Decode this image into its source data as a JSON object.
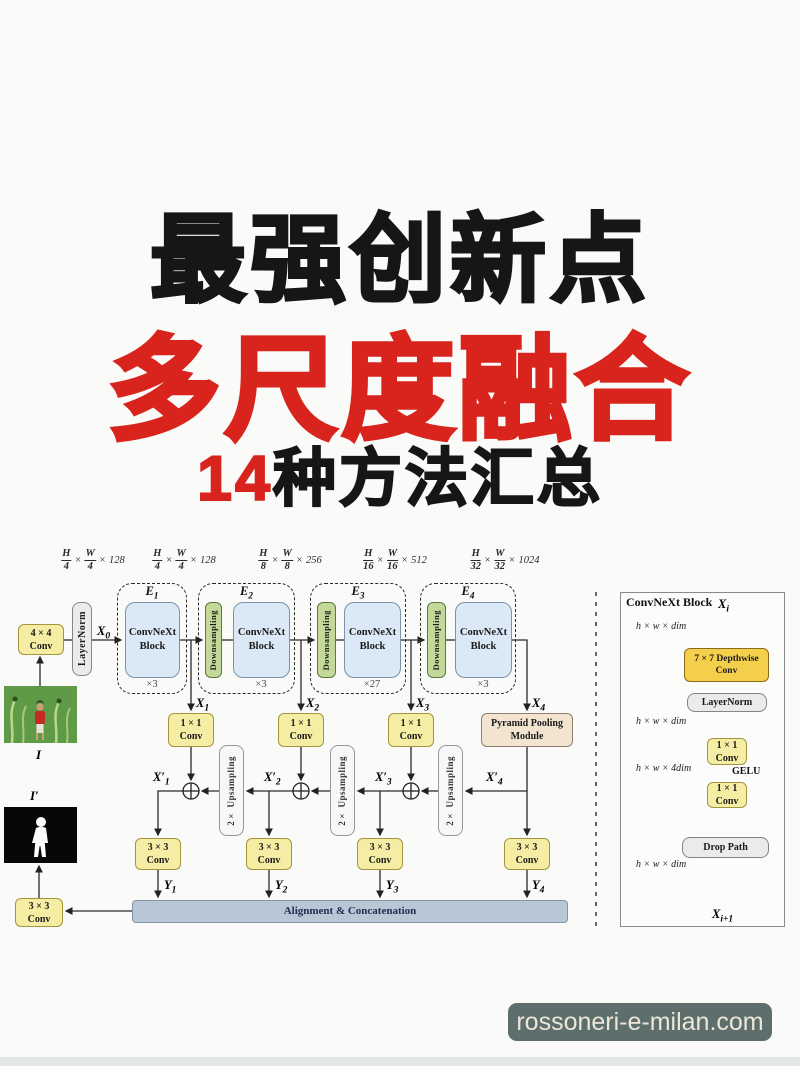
{
  "title": {
    "line1": "最强创新点",
    "line2": "多尺度融合",
    "line3_number": "14",
    "line3_text": "种方法汇总"
  },
  "watermark": {
    "text": "rossoneri-e-milan.com"
  },
  "symbols": {
    "times": "×"
  },
  "encoder": {
    "dim_labels": [
      {
        "num1": "H",
        "den1": "4",
        "num2": "W",
        "den2": "4",
        "channels": "128"
      },
      {
        "num1": "H",
        "den1": "4",
        "num2": "W",
        "den2": "4",
        "channels": "128"
      },
      {
        "num1": "H",
        "den1": "8",
        "num2": "W",
        "den2": "8",
        "channels": "256"
      },
      {
        "num1": "H",
        "den1": "16",
        "num2": "W",
        "den2": "16",
        "channels": "512"
      },
      {
        "num1": "H",
        "den1": "32",
        "num2": "W",
        "den2": "32",
        "channels": "1024"
      }
    ],
    "input_label": {
      "base": "I",
      "sub": ""
    },
    "patch_conv": {
      "line1": "4 × 4",
      "line2": "Conv"
    },
    "layernorm": "LayerNorm",
    "x0": {
      "base": "X",
      "sub": "0"
    },
    "stages": [
      {
        "label": {
          "base": "E",
          "sub": "1"
        },
        "downsampling": "",
        "block1": "ConvNeXt",
        "block2": "Block",
        "repeat": "×3",
        "xout": {
          "base": "X",
          "sub": "1"
        }
      },
      {
        "label": {
          "base": "E",
          "sub": "2"
        },
        "downsampling": "Downsampling",
        "block1": "ConvNeXt",
        "block2": "Block",
        "repeat": "×3",
        "xout": {
          "base": "X",
          "sub": "2"
        }
      },
      {
        "label": {
          "base": "E",
          "sub": "3"
        },
        "downsampling": "Downsampling",
        "block1": "ConvNeXt",
        "block2": "Block",
        "repeat": "×27",
        "xout": {
          "base": "X",
          "sub": "3"
        }
      },
      {
        "label": {
          "base": "E",
          "sub": "4"
        },
        "downsampling": "Downsampling",
        "block1": "ConvNeXt",
        "block2": "Block",
        "repeat": "×3",
        "xout": {
          "base": "X",
          "sub": "4"
        }
      }
    ]
  },
  "decoder": {
    "conv1x1": {
      "line1": "1 × 1",
      "line2": "Conv"
    },
    "ppm": {
      "line1": "Pyramid Pooling",
      "line2": "Module"
    },
    "upsampling": "2× Upsampling",
    "xprime": [
      {
        "base": "X′",
        "sub": "1"
      },
      {
        "base": "X′",
        "sub": "2"
      },
      {
        "base": "X′",
        "sub": "3"
      },
      {
        "base": "X′",
        "sub": "4"
      }
    ],
    "conv3x3": {
      "line1": "3 × 3",
      "line2": "Conv"
    },
    "y": [
      {
        "base": "Y",
        "sub": "1"
      },
      {
        "base": "Y",
        "sub": "2"
      },
      {
        "base": "Y",
        "sub": "3"
      },
      {
        "base": "Y",
        "sub": "4"
      }
    ],
    "fusion_bar": "Alignment & Concatenation",
    "output_conv": {
      "line1": "3 × 3",
      "line2": "Conv"
    },
    "output_label": {
      "base": "I′",
      "sub": ""
    }
  },
  "block_panel": {
    "title": "ConvNeXt Block",
    "x_in": {
      "base": "X",
      "sub": "i"
    },
    "dim_top": "h × w × dim",
    "depthwise": {
      "line1": "7 × 7 Depthwise",
      "line2": "Conv"
    },
    "layernorm": "LayerNorm",
    "dim_mid": "h × w × dim",
    "conv_a": {
      "line1": "1 × 1",
      "line2": "Conv"
    },
    "dim_expand": "h × w × 4dim",
    "gelu": "GELU",
    "conv_b": {
      "line1": "1 × 1",
      "line2": "Conv"
    },
    "droppath": "Drop Path",
    "dim_out": "h × w × dim",
    "x_out": {
      "base": "X",
      "sub": "i+1"
    }
  }
}
